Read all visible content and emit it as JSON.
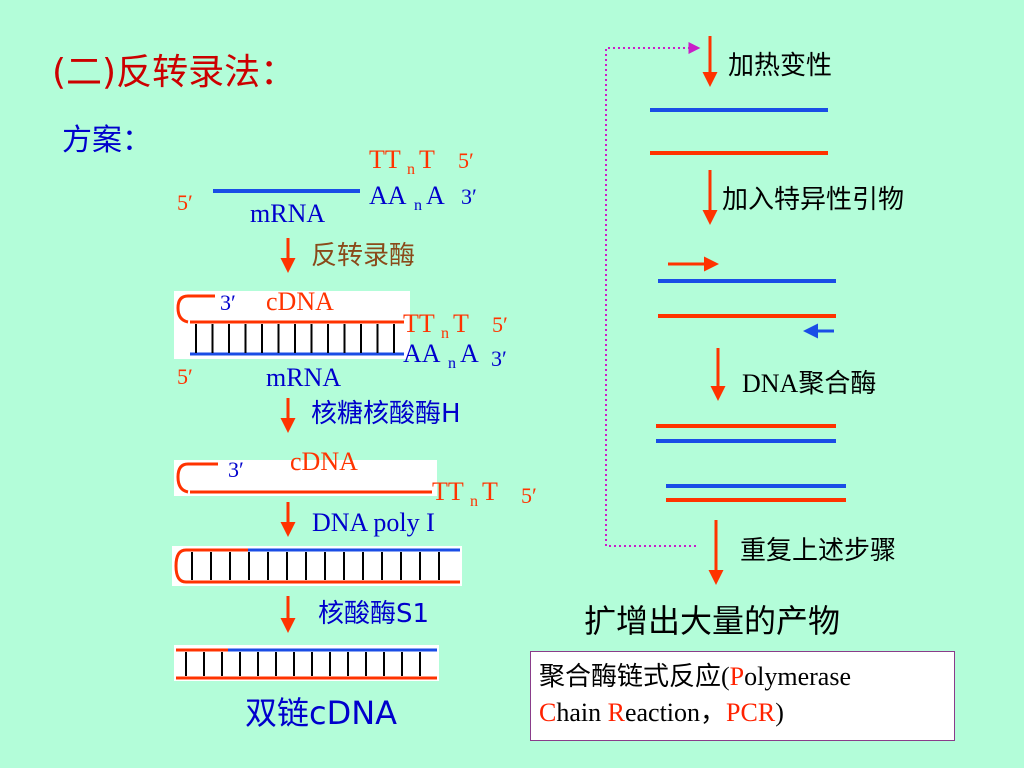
{
  "colors": {
    "blue": "#1a4de6",
    "red": "#ff3300",
    "magenta": "#c81ec8",
    "brown": "#8a4a1a",
    "blueText": "#0000cc",
    "black": "#000000"
  },
  "title": "(二)反转录法：",
  "scheme": "方案：",
  "left": {
    "primer1_tt": "TT",
    "primer1_sub": "n",
    "primer1_t": "T",
    "primer1_end": "5′",
    "end5_1": "5′",
    "polyA1": "AA",
    "polyA1_sub": "n",
    "polyA1_a": "A",
    "polyA1_end": "3′",
    "mrna1": "mRNA",
    "enzyme1": "反转录酶",
    "hp1_3": "3′",
    "cdna1": "cDNA",
    "primer2_tt": "TT",
    "primer2_sub": "n",
    "primer2_t": "T",
    "primer2_end": "5′",
    "polyA2": "AA",
    "polyA2_sub": "n",
    "polyA2_a": "A",
    "polyA2_end": "3′",
    "end5_2": "5′",
    "mrna2": "mRNA",
    "enzyme2": "核糖核酸酶H",
    "hp2_3": "3′",
    "cdna2": "cDNA",
    "primer3_tt": "TT",
    "primer3_sub": "n",
    "primer3_t": "T",
    "primer3_end": "5′",
    "enzyme3": "DNA poly I",
    "enzyme4": "核酸酶S1",
    "final": "双链cDNA"
  },
  "right": {
    "step1": "加热变性",
    "step2": "加入特异性引物",
    "step3": "DNA聚合酶",
    "step4": "重复上述步骤",
    "result": "扩增出大量的产物",
    "box_line1_a": "聚合酶链式反应(",
    "box_line1_p": "P",
    "box_line1_b": "olymerase",
    "box_line2_c": "C",
    "box_line2_hain": "hain ",
    "box_line2_r": "R",
    "box_line2_eaction": "eaction，",
    "box_line2_pcr": "PCR",
    "box_line2_close": ")"
  }
}
